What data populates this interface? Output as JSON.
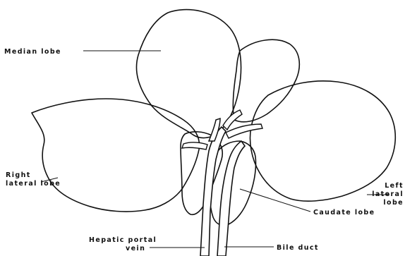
{
  "labels": {
    "median": "Median lobe",
    "right_1": "Right",
    "right_2": "lateral lobe",
    "left_1": "Left",
    "left_2": "lateral",
    "left_3": "lobe",
    "caudate": "Caudate lobe",
    "hepatic_1": "Hepatic portal",
    "hepatic_2": "vein",
    "bile": "Bile duct"
  }
}
